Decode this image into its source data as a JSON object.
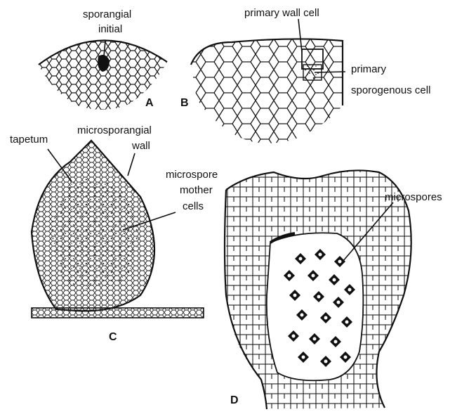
{
  "panels": {
    "A": {
      "letter": "A",
      "label_line1": "sporangial",
      "label_line2": "initial"
    },
    "B": {
      "letter": "B",
      "label_wall": "primary wall cell",
      "label_spor_line1": "primary",
      "label_spor_line2": "sporogenous cell"
    },
    "C": {
      "letter": "C",
      "label_tapetum": "tapetum",
      "label_wall_line1": "microsporangial",
      "label_wall_line2": "wall",
      "label_mother_line1": "microspore",
      "label_mother_line2": "mother",
      "label_mother_line3": "cells"
    },
    "D": {
      "letter": "D",
      "label_spores": "microspores"
    }
  },
  "colors": {
    "ink": "#111111",
    "background": "#ffffff"
  }
}
